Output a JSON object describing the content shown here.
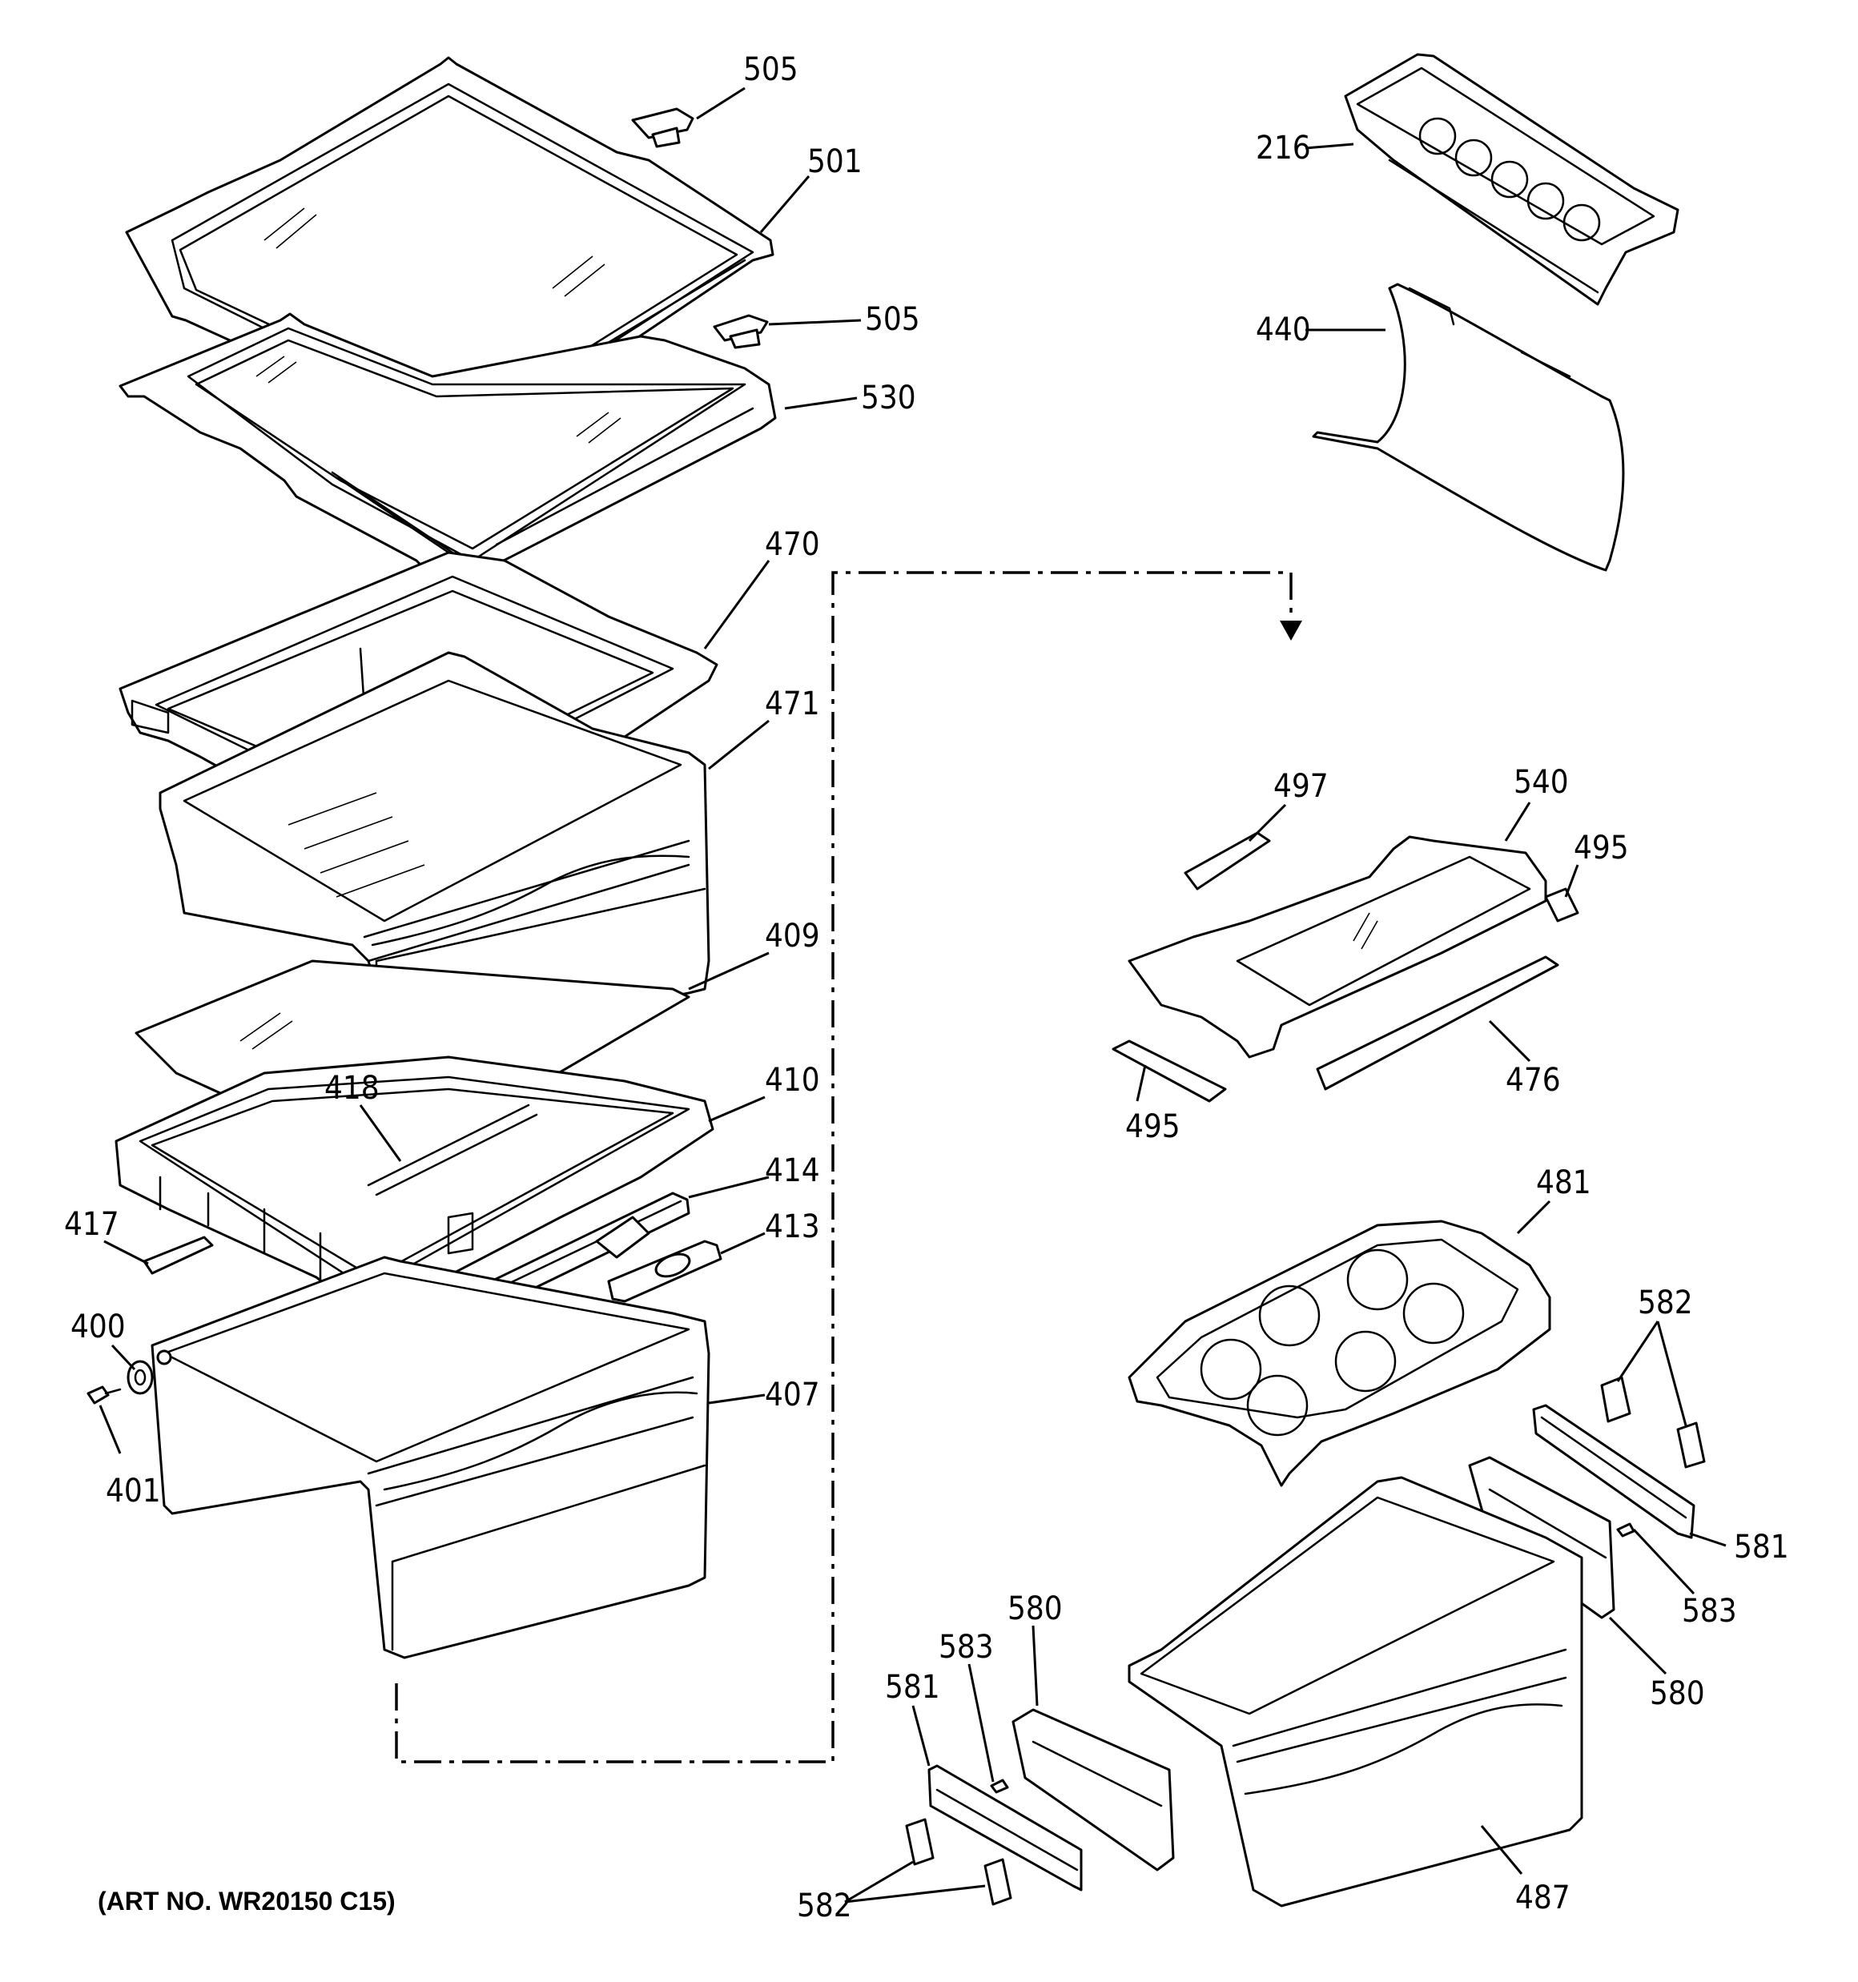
{
  "diagram": {
    "art_number": "(ART NO. WR20150 C15)",
    "callouts": {
      "c505a": "505",
      "c501": "501",
      "c505b": "505",
      "c530": "530",
      "c470": "470",
      "c471": "471",
      "c409": "409",
      "c410": "410",
      "c418": "418",
      "c414": "414",
      "c417": "417",
      "c413": "413",
      "c400": "400",
      "c401": "401",
      "c407": "407",
      "c216": "216",
      "c440": "440",
      "c497": "497",
      "c540": "540",
      "c495a": "495",
      "c495b": "495",
      "c476": "476",
      "c481": "481",
      "c582a": "582",
      "c581a": "581",
      "c583a": "583",
      "c580a": "580",
      "c580b": "580",
      "c583b": "583",
      "c581b": "581",
      "c487": "487",
      "c582b": "582"
    }
  }
}
